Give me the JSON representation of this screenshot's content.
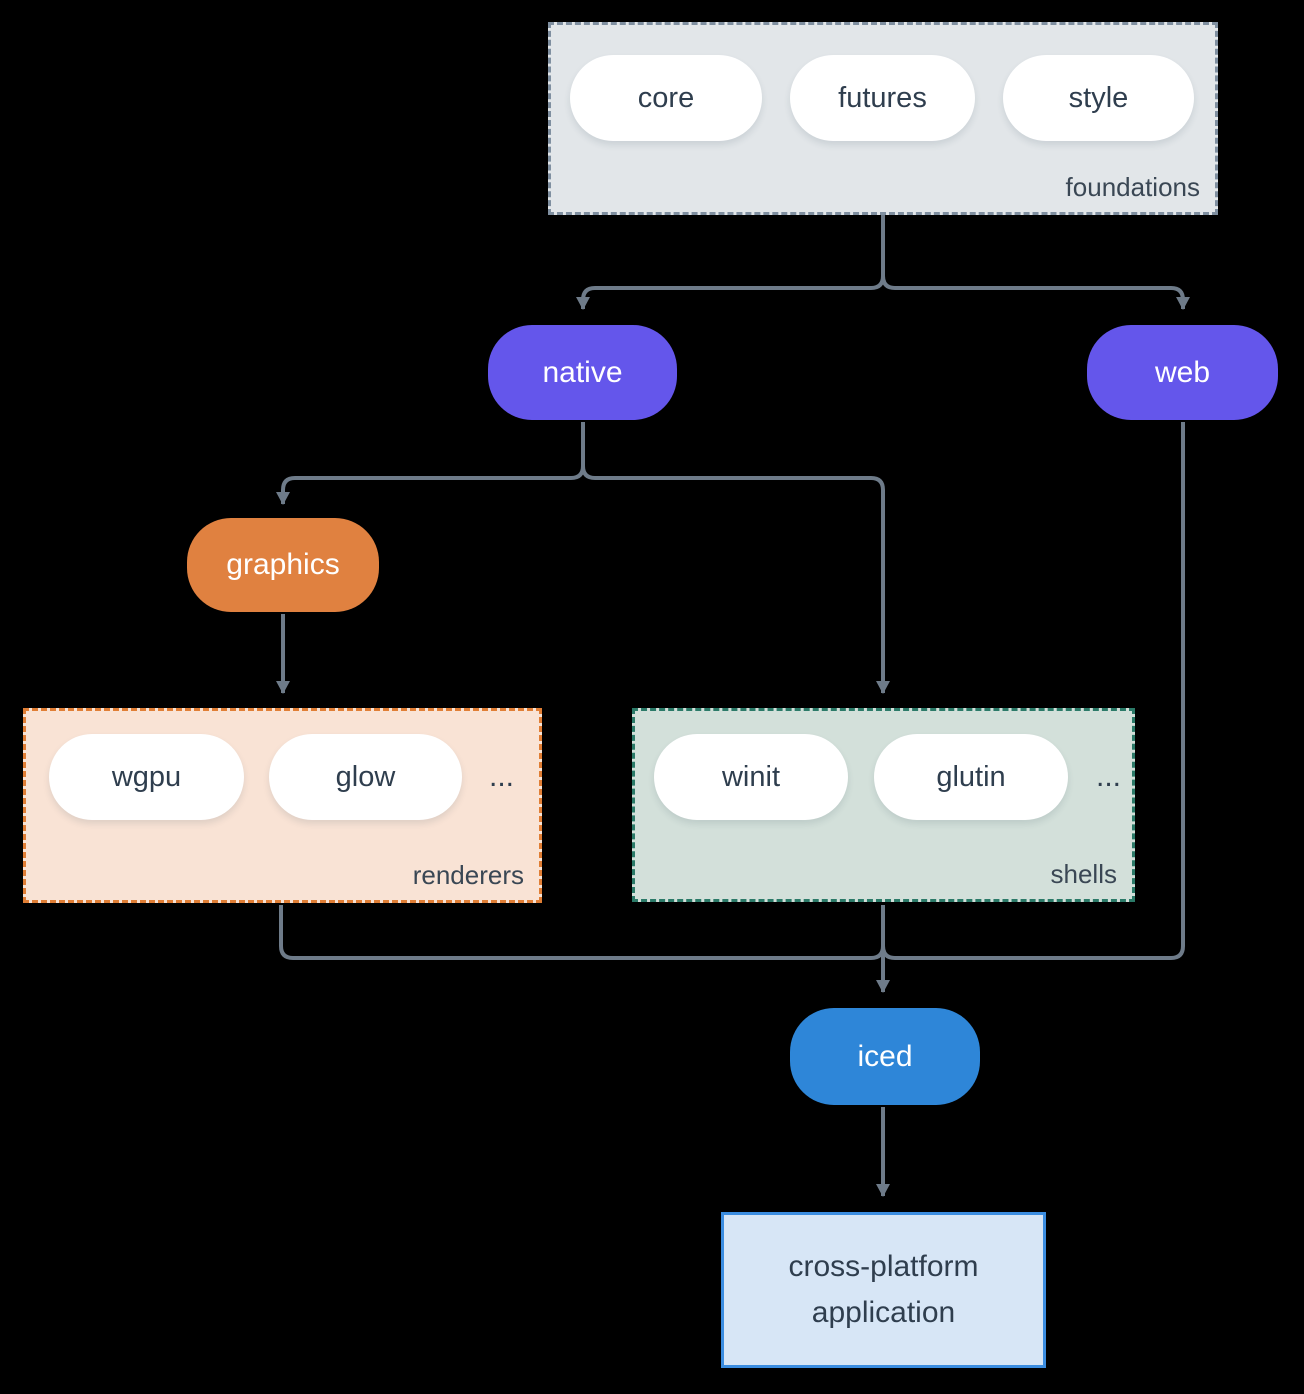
{
  "colors": {
    "background": "#000000",
    "connector": "#6e7b89",
    "label_text": "#3a4754",
    "pill_text_dark": "#2f3e4e",
    "pill_text_light": "#ffffff",
    "white_pill_bg": "#ffffff",
    "purple": "#6456eb",
    "orange": "#e08140",
    "blue": "#2e86d8",
    "foundations_bg": "#e2e6e9",
    "foundations_border": "#7f8fa0",
    "renderers_bg": "#f9e3d5",
    "renderers_border": "#e07e35",
    "shells_bg": "#d3e0da",
    "shells_border": "#2b7a68",
    "app_bg": "#d7e6f6",
    "app_border": "#3b8de0"
  },
  "nodes": {
    "foundations": {
      "label": "foundations",
      "pills": [
        "core",
        "futures",
        "style"
      ]
    },
    "native": {
      "label": "native"
    },
    "web": {
      "label": "web"
    },
    "graphics": {
      "label": "graphics"
    },
    "renderers": {
      "label": "renderers",
      "pills": [
        "wgpu",
        "glow"
      ],
      "ellipsis": "..."
    },
    "shells": {
      "label": "shells",
      "pills": [
        "winit",
        "glutin"
      ],
      "ellipsis": "..."
    },
    "iced": {
      "label": "iced"
    },
    "application": {
      "label": "cross-platform application"
    }
  }
}
